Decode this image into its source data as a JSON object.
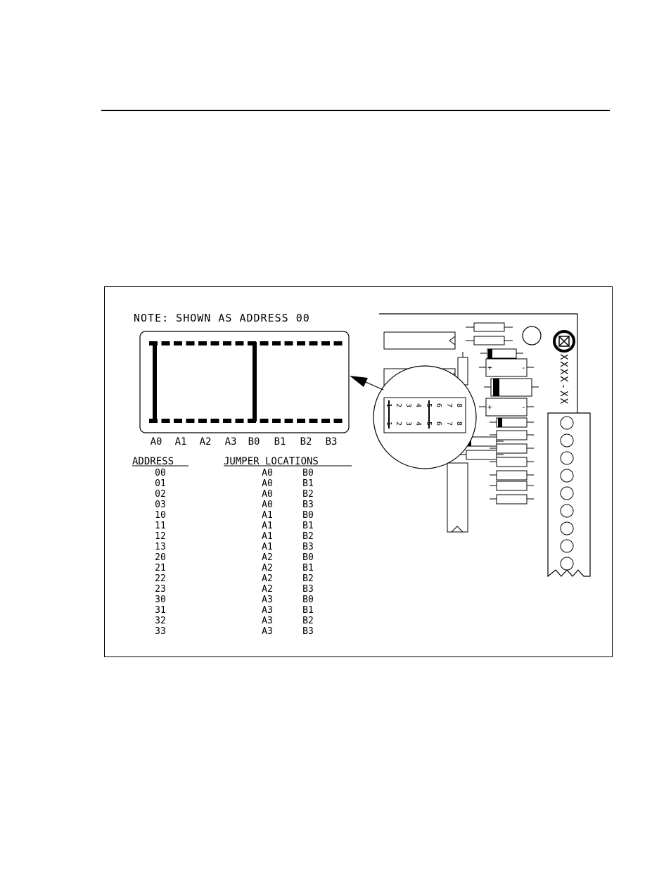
{
  "note": "NOTE: SHOWN AS ADDRESS 00",
  "jumper_labels": [
    "A0",
    "A1",
    "A2",
    "A3",
    "B0",
    "B1",
    "B2",
    "B3"
  ],
  "table": {
    "address_header": "ADDRESS",
    "jumper_header": "JUMPER LOCATIONS",
    "rows": [
      {
        "address": "00",
        "a": "A0",
        "b": "B0"
      },
      {
        "address": "01",
        "a": "A0",
        "b": "B1"
      },
      {
        "address": "02",
        "a": "A0",
        "b": "B2"
      },
      {
        "address": "03",
        "a": "A0",
        "b": "B3"
      },
      {
        "address": "10",
        "a": "A1",
        "b": "B0"
      },
      {
        "address": "11",
        "a": "A1",
        "b": "B1"
      },
      {
        "address": "12",
        "a": "A1",
        "b": "B2"
      },
      {
        "address": "13",
        "a": "A1",
        "b": "B3"
      },
      {
        "address": "20",
        "a": "A2",
        "b": "B0"
      },
      {
        "address": "21",
        "a": "A2",
        "b": "B1"
      },
      {
        "address": "22",
        "a": "A2",
        "b": "B2"
      },
      {
        "address": "23",
        "a": "A2",
        "b": "B3"
      },
      {
        "address": "30",
        "a": "A3",
        "b": "B0"
      },
      {
        "address": "31",
        "a": "A3",
        "b": "B1"
      },
      {
        "address": "32",
        "a": "A3",
        "b": "B2"
      },
      {
        "address": "33",
        "a": "A3",
        "b": "B3"
      }
    ]
  },
  "board_label": "XXXX-XX",
  "detail_pins": {
    "top": [
      "8",
      "7",
      "6",
      "5",
      "4",
      "3",
      "2",
      "1"
    ],
    "bottom": [
      "8",
      "7",
      "6",
      "5",
      "4",
      "3",
      "2",
      "1"
    ]
  },
  "colors": {
    "line": "#000000",
    "background": "#ffffff"
  }
}
